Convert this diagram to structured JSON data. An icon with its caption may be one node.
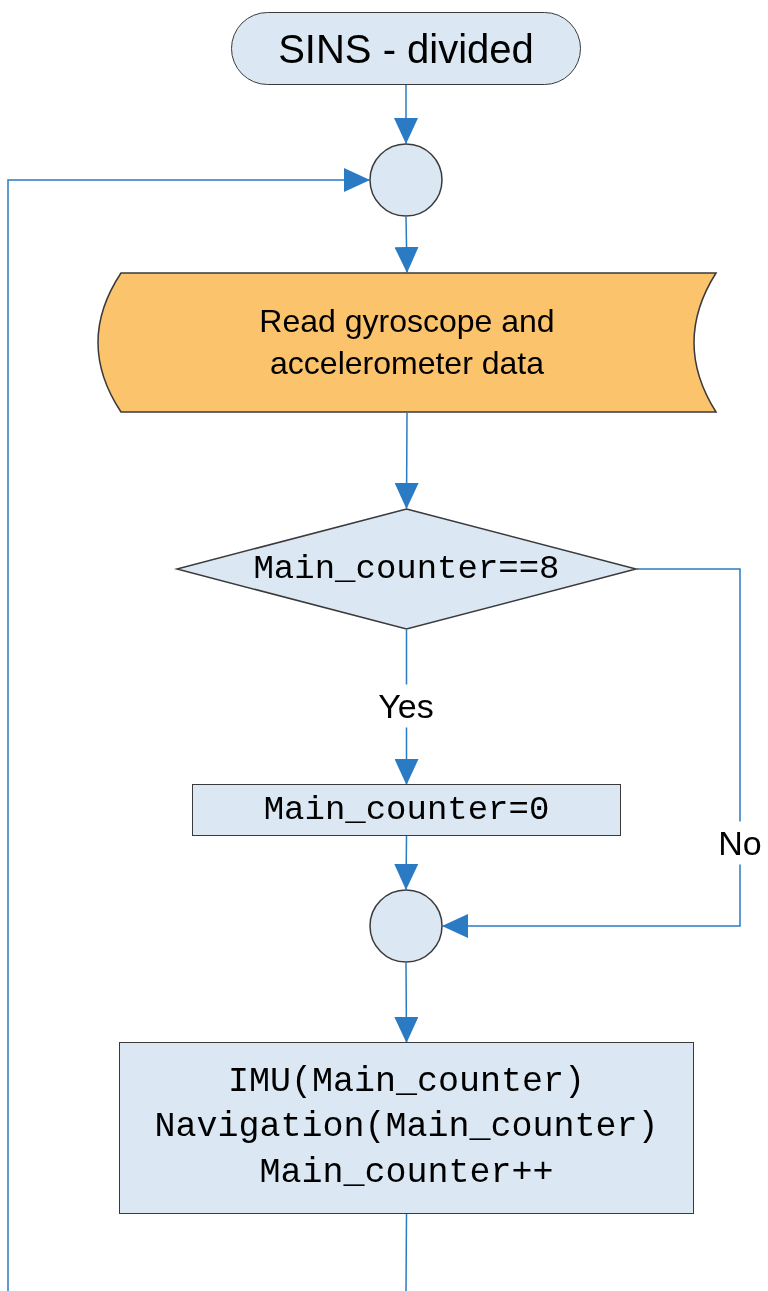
{
  "diagram": {
    "nodes": [
      {
        "text": [
          "SINS - divided"
        ]
      },
      {
        "text": [],
        "shape": "circle"
      },
      {
        "text": [
          "Read gyroscope and accelerometer data"
        ]
      },
      {
        "text": [
          "Main_counter==8"
        ]
      },
      {
        "text": [
          "Main_counter=0"
        ]
      },
      {
        "text": [],
        "shape": "circle"
      },
      {
        "text": [
          "IMU(Main_counter)",
          "Navigation(Main_counter)",
          "Main_counter++"
        ]
      }
    ],
    "edges": [
      {
        "from": 0,
        "to": 1,
        "arrow": "to"
      },
      {
        "from": 1,
        "to": 2,
        "arrow": "to"
      },
      {
        "from": 2,
        "to": 3,
        "arrow": "to"
      },
      {
        "from": 3,
        "to": 4,
        "arrow": "to",
        "label": "Yes"
      },
      {
        "from": 4,
        "to": 5,
        "arrow": "to"
      },
      {
        "from": 3,
        "to": 5,
        "arrow": "to",
        "label": "No"
      },
      {
        "from": 5,
        "to": 6,
        "arrow": "to"
      },
      {
        "from": 6,
        "to": null,
        "arrow": "none"
      },
      {
        "from": null,
        "to": 1,
        "arrow": "to"
      }
    ]
  }
}
